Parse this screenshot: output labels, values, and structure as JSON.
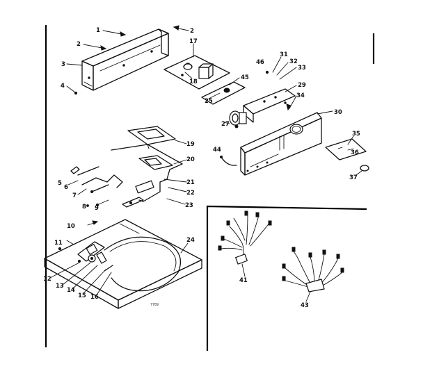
{
  "diagram": {
    "callouts": {
      "c1": "1",
      "c2a": "2",
      "c2b": "2",
      "c3": "3",
      "c4": "4",
      "c5": "5",
      "c6": "6",
      "c7": "7",
      "c8": "8",
      "c9": "9",
      "c10": "10",
      "c11": "11",
      "c12": "12",
      "c13": "13",
      "c14": "14",
      "c15": "15",
      "c16": "16",
      "c17": "17",
      "c18": "18",
      "c19": "19",
      "c20": "20",
      "c21": "21",
      "c22": "22",
      "c23": "23",
      "c24": "24",
      "c25": "25",
      "c27": "27",
      "c29": "29",
      "c30": "30",
      "c31": "31",
      "c32": "32",
      "c33": "33",
      "c34": "34",
      "c35": "35",
      "c36": "36",
      "c37": "37",
      "c41": "41",
      "c43": "43",
      "c44": "44",
      "c45": "45",
      "c46": "46"
    },
    "figure_code": "7789"
  }
}
